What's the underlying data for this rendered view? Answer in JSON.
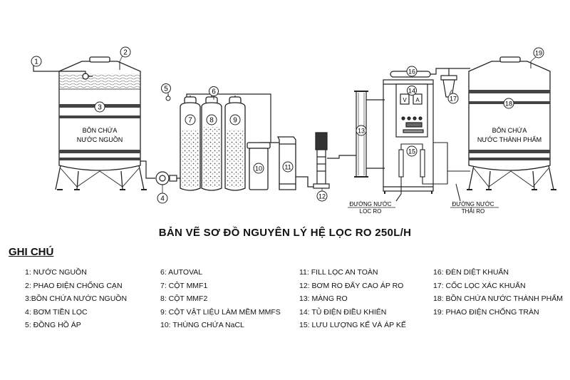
{
  "diagram": {
    "nodes": [
      {
        "id": "1",
        "label": "1"
      },
      {
        "id": "2",
        "label": "2"
      },
      {
        "id": "3",
        "label": "3"
      },
      {
        "id": "4",
        "label": "4"
      },
      {
        "id": "5",
        "label": "5"
      },
      {
        "id": "6",
        "label": "6"
      },
      {
        "id": "7",
        "label": "7"
      },
      {
        "id": "8",
        "label": "8"
      },
      {
        "id": "9",
        "label": "9"
      },
      {
        "id": "10",
        "label": "10"
      },
      {
        "id": "11",
        "label": "11"
      },
      {
        "id": "12",
        "label": "12"
      },
      {
        "id": "13",
        "label": "13"
      },
      {
        "id": "14",
        "label": "14"
      },
      {
        "id": "15",
        "label": "15"
      },
      {
        "id": "16",
        "label": "16"
      },
      {
        "id": "17",
        "label": "17"
      },
      {
        "id": "18",
        "label": "18"
      },
      {
        "id": "19",
        "label": "19"
      }
    ],
    "source_tank_label": [
      "BÔN CHỨA",
      "NƯỚC NGUỒN"
    ],
    "product_tank_label": [
      "BÔN CHỨA",
      "NƯỚC THÀNH PHẨM"
    ],
    "ro_water_label": [
      "ĐƯỜNG NƯỚC",
      "LỌC RO"
    ],
    "waste_water_label": [
      "ĐƯỜNG NƯỚC",
      "THẢI RO"
    ],
    "panel_meters": [
      "V",
      "A"
    ]
  },
  "title": "BẢN VẼ SƠ ĐỒ NGUYÊN LÝ HỆ LỌC RO 250L/H",
  "legend_heading": "GHI CHÚ",
  "legend": {
    "col1": [
      "1: NƯỚC NGUỒN",
      "2: PHAO ĐIỆN CHỐNG CẠN",
      "3:BỒN CHỨA NƯỚC NGUỒN",
      "4: BƠM TIỀN LỌC",
      "5: ĐỒNG HỒ ÁP"
    ],
    "col2": [
      "6: AUTOVAL",
      "7: CỘT MMF1",
      "8: CỘT MMF2",
      "9: CỘT VẬT LIỆU LÀM MỀM MMFS",
      "10: THÙNG CHỨA NaCL"
    ],
    "col3": [
      "11: FILL LỌC AN TOÀN",
      "12: BƠM RO ĐẨY CAO ÁP RO",
      "13: MÀNG RO",
      "14: TỦ ĐIỆN ĐIỀU KHIỂN",
      "15: LƯU LƯỢNG KẾ VÀ ÁP KẾ"
    ],
    "col4": [
      "16: ĐÈN DIỆT KHUẨN",
      "17: CỐC LỌC XÁC KHUẨN",
      "18: BỒN CHỨA NƯỚC THÀNH PHẨM",
      "19: PHAO ĐIỆN CHỐNG TRÀN"
    ]
  }
}
